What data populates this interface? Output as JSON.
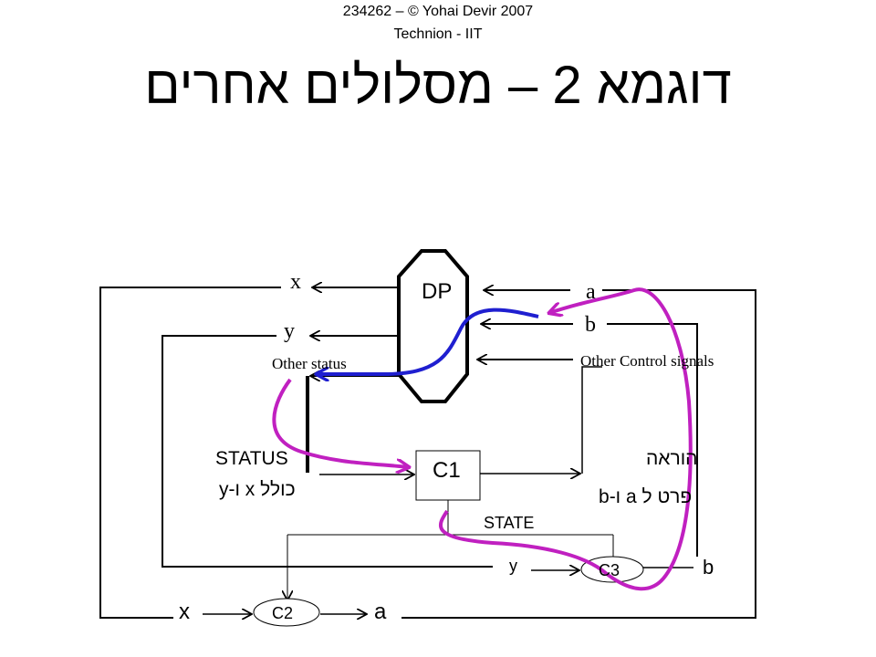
{
  "header": {
    "line1": "234262 – © Yohai Devir 2007",
    "line2": "Technion - IIT"
  },
  "title": "דוגמא 2 – מסלולים אחרים",
  "diagram": {
    "dp_label": "DP",
    "x_label": "x",
    "y_label": "y",
    "a_label": "a",
    "b_label": "b",
    "other_status": "Other status",
    "other_control": "Other Control signals",
    "status_label": "STATUS",
    "status_sub": "כולל x ו-y",
    "c1_label": "C1",
    "instruction_label": "הוראה",
    "instruction_sub": "פרט ל a ו-b",
    "state_label": "STATE",
    "c2_label": "C2",
    "c3_label": "C3",
    "c2_in": "x",
    "c2_out": "a",
    "c3_in": "y",
    "c3_out": "b"
  },
  "colors": {
    "line": "#000000",
    "blue_path": "#1f1fd0",
    "magenta_path": "#c020c0"
  }
}
